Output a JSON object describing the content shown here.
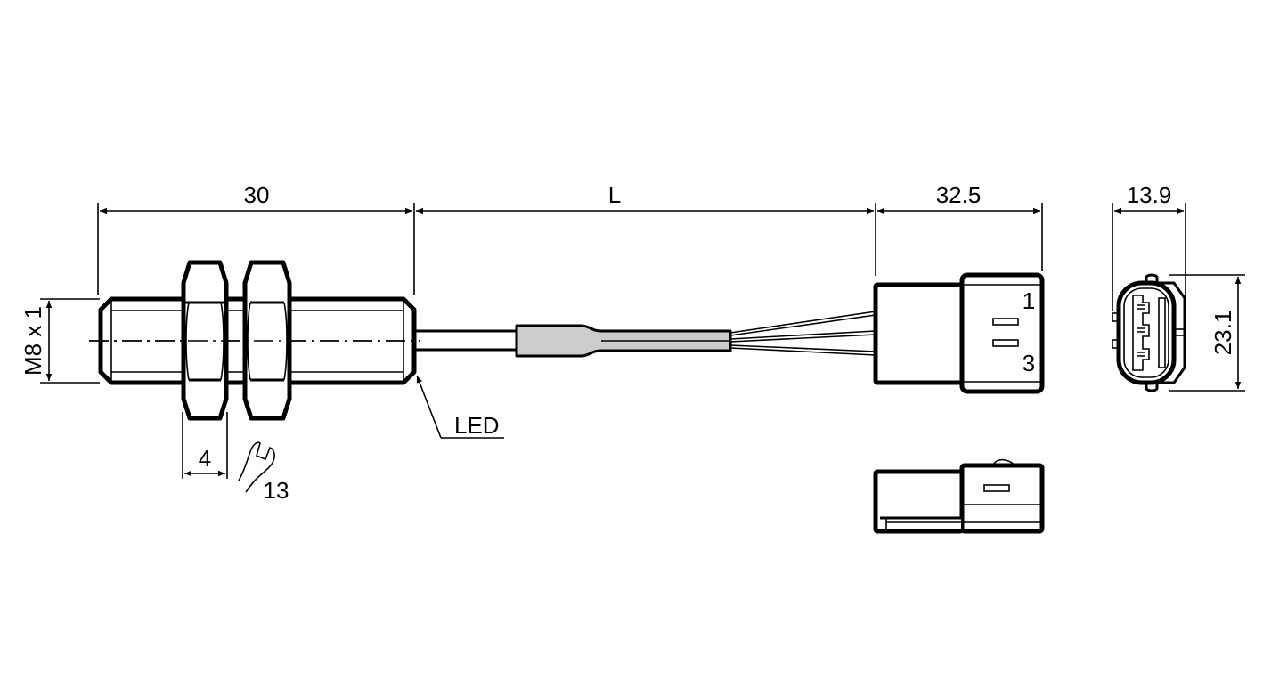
{
  "dimensions": {
    "sensor_length": "30",
    "cable_length": "L",
    "connector_length": "32.5",
    "connector_width": "13.9",
    "connector_height": "23.1",
    "thread": "M8 x 1",
    "nut_width": "4",
    "wrench_size": "13"
  },
  "labels": {
    "led": "LED",
    "pin_1": "1",
    "pin_3": "3"
  },
  "colors": {
    "line": "#000000",
    "sleeve": "#cccccc"
  }
}
